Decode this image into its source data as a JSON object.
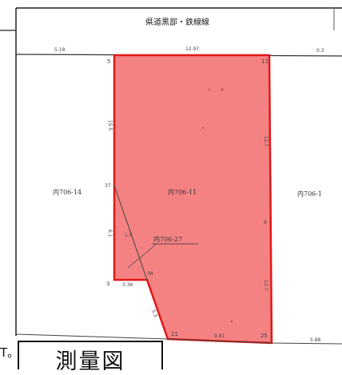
{
  "map": {
    "road_name": "県道黒部・鉄線線",
    "parcels": {
      "main": "内706-11",
      "left": "内706-14",
      "right": "内706-1",
      "small": "内706-27"
    },
    "point_labels": {
      "p_top_left": "5",
      "p_top_right": "11",
      "p_mid_left": "37",
      "p_bottom_left": "3",
      "p_inner": "38",
      "p_bottom": "21",
      "p_bottom_right": "25"
    },
    "distances": {
      "top_left_road": "5.18",
      "top_main": "12.97",
      "top_right_road": "0.3",
      "left_upper": "15.5",
      "right_upper": "12.7",
      "right_mid": "9",
      "right_lower": "12.7",
      "left_lower": "6.1",
      "diag_small": "1.0",
      "step_bottom": "3.36",
      "slant": "5.3",
      "bottom_main": "9.81",
      "bottom_right": "5.88"
    },
    "colors": {
      "parcel_fill": "#f58282",
      "parcel_stroke": "#e01818",
      "line": "#333333"
    }
  },
  "legend": {
    "title": "測量図",
    "mark": "T。"
  }
}
